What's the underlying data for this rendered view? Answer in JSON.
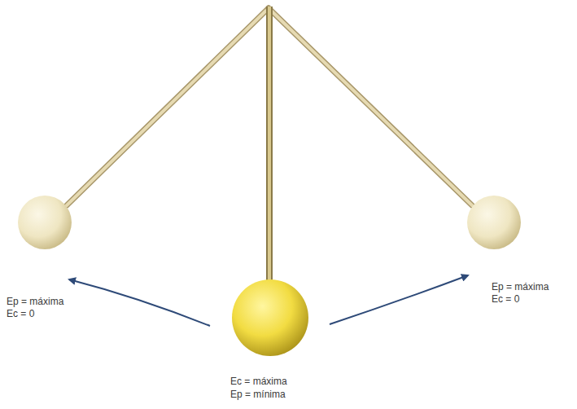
{
  "diagram": {
    "labels": [
      "Ep = máxima",
      "Ec = 0",
      "Ep = máxima",
      "Ec = 0",
      "Ec = máxima",
      "Ep = mínima"
    ]
  }
}
